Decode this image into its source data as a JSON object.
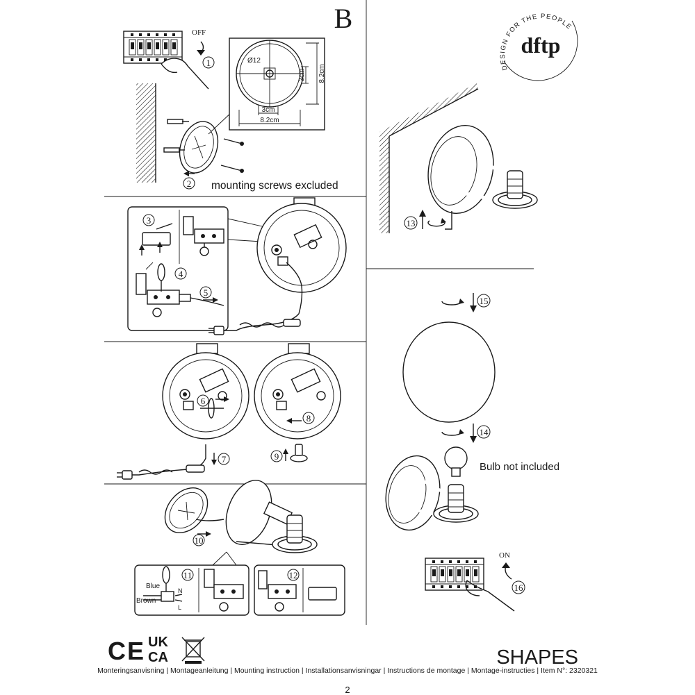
{
  "section_letter": "B",
  "brand": {
    "ring_text": "DESIGN FOR THE PEOPLE",
    "logo": "dftp"
  },
  "labels": {
    "off": "OFF",
    "on": "ON",
    "mounting_screws": "mounting screws excluded",
    "bulb_not_included": "Bulb not included",
    "blue": "Blue",
    "brown": "Brown",
    "n": "N",
    "l": "L"
  },
  "dimensions": {
    "hole_diameter": "Ø12",
    "width_outer": "8.2cm",
    "height_outer": "8.2cm",
    "width_inner": "3cm",
    "height_inner": "3cm"
  },
  "steps": [
    "1",
    "2",
    "3",
    "4",
    "5",
    "6",
    "7",
    "8",
    "9",
    "10",
    "11",
    "12",
    "13",
    "14",
    "15",
    "16"
  ],
  "marks": {
    "ce": "CE",
    "ukca_top": "UK",
    "ukca_bottom": "CA",
    "weee_icon": "crossed-bin-icon"
  },
  "product_name": "SHAPES",
  "instruction_line": "Monteringsanvisning | Montageanleitung | Mounting instruction | Installationsanvisningar | Instructions de montage | Montage-instructies | Item N°: 2320321",
  "page_number": "2"
}
